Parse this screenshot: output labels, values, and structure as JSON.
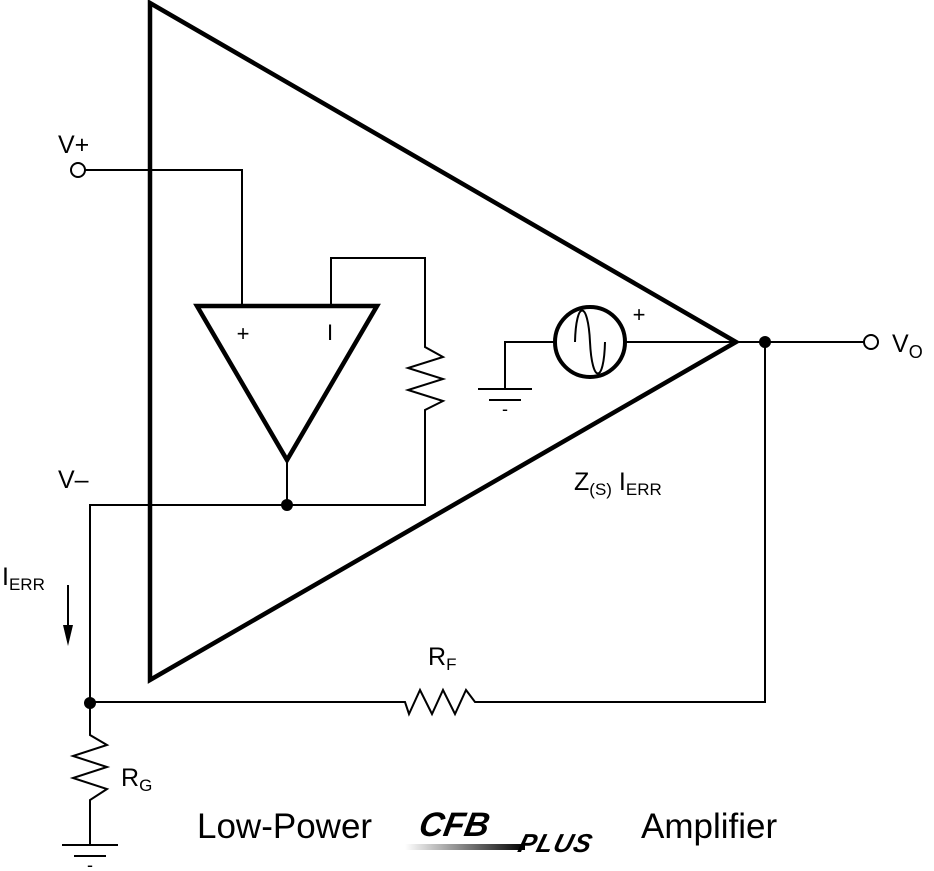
{
  "labels": {
    "v_plus": "V+",
    "v_minus": "V–",
    "v_out_main": "V",
    "v_out_sub": "O",
    "inner_plus": "+",
    "inner_minus": "I",
    "source_plus": "+",
    "ground_minus": "-",
    "zs_main": "Z",
    "zs_sub": "(S)",
    "zs_i": " I",
    "zs_i_sub": "ERR",
    "rf_main": "R",
    "rf_sub": "F",
    "rg_main": "R",
    "rg_sub": "G",
    "ierr_main": "I",
    "ierr_sub": "ERR"
  },
  "title": {
    "left": "Low-Power",
    "logo_main": "CFB",
    "logo_sub": "PLUS",
    "right": "Amplifier"
  }
}
